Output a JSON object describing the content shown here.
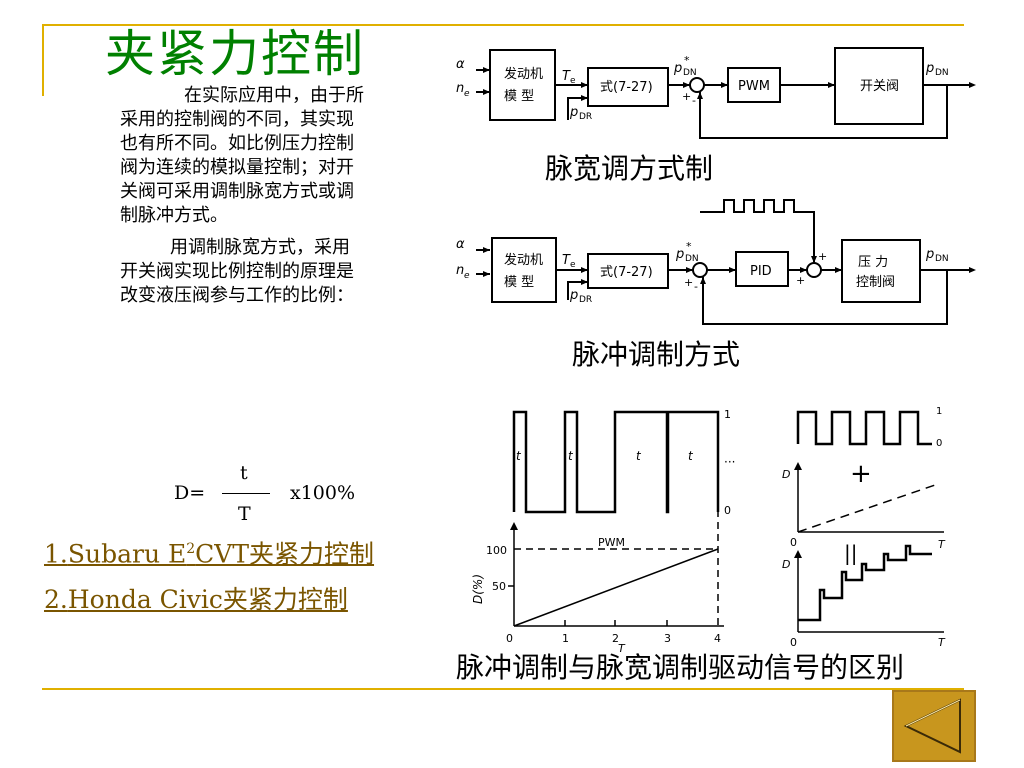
{
  "slide": {
    "title": "夹紧力控制",
    "paragraph_1": "在实际应用中，由于所采用的控制阀的不同，其实现也有所不同。如比例压力控制阀为连续的模拟量控制；对开关阀可采用调制脉宽方式或调制脉冲方式。",
    "paragraph_2": "用调制脉宽方式，采用开关阀实现比例控制的原理是改变液压阀参与工作的比例：",
    "formula": {
      "lhs": "D=",
      "numerator": "t",
      "denominator": "T",
      "rhs": "x100%"
    },
    "links": [
      {
        "prefix": "1.",
        "text_a": "Subaru  E",
        "sup": "2",
        "text_b": "CVT夹紧力控制"
      },
      {
        "prefix": "2.",
        "text": "Honda  Civic夹紧力控制"
      }
    ],
    "caption_pwm": "脉宽调方式制",
    "caption_pulse": "脉冲调制方式",
    "caption_difference": "脉冲调制与脉宽调制驱动信号的区别"
  },
  "diagram_pwm": {
    "inputs": [
      "α",
      "n",
      "e"
    ],
    "engine_block": [
      "发动机",
      "模  型"
    ],
    "te": "T",
    "te_sub": "e",
    "formula_block": "式(7-27)",
    "pdr": "p",
    "pdr_sub": "DR",
    "pdn_star": "p",
    "pdn_star_sub": "DN",
    "star": "*",
    "plus": "+",
    "minus": "-",
    "pwm_block": "PWM",
    "valve_block": "开关阀",
    "output": "p",
    "output_sub": "DN"
  },
  "diagram_pulse": {
    "inputs": [
      "α",
      "n",
      "e"
    ],
    "engine_block": [
      "发动机",
      "模  型"
    ],
    "te": "T",
    "te_sub": "e",
    "formula_block": "式(7-27)",
    "pdr": "p",
    "pdr_sub": "DR",
    "pdn_star": "p",
    "pdn_star_sub": "DN",
    "star": "*",
    "plus": "+",
    "minus": "-",
    "pid_block": "PID",
    "valve_block": [
      "压  力",
      "控制阀"
    ],
    "output": "p",
    "output_sub": "DN"
  },
  "waveforms": {
    "pulse_label": "t",
    "level_1": "1",
    "level_0": "0",
    "ellipsis": "···",
    "pwm_label": "PWM",
    "d_axis": "D(%)",
    "y_ticks": [
      "100",
      "50"
    ],
    "x_ticks": [
      "0",
      "1",
      "2",
      "3",
      "4"
    ],
    "t_axis": "T",
    "d_label": "D",
    "plus_sign": "+",
    "equals_sign": "||"
  },
  "colors": {
    "title": "#008000",
    "rule": "#e0b000",
    "link": "#7a5500",
    "button": "#c8961e"
  }
}
